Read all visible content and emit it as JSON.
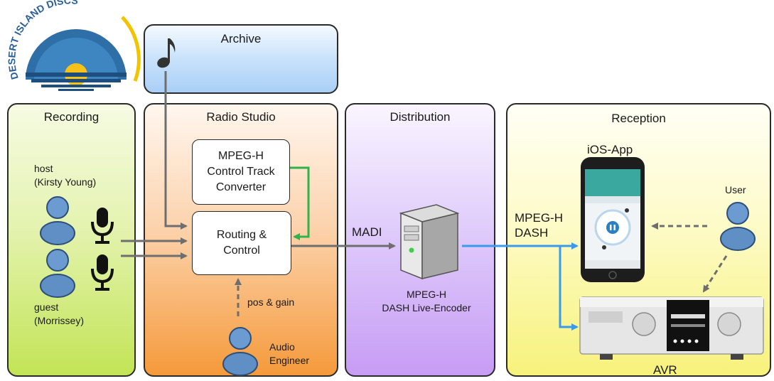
{
  "logo": {
    "text": "DESERT ISLAND DISCS"
  },
  "panels": {
    "archive": "Archive",
    "recording": "Recording",
    "radio_studio": "Radio Studio",
    "distribution": "Distribution",
    "reception": "Reception"
  },
  "boxes": {
    "control_track": [
      "MPEG-H",
      "Control Track",
      "Converter"
    ],
    "routing": [
      "Routing &",
      "Control"
    ]
  },
  "people": {
    "host": [
      "host",
      "(Kirsty Young)"
    ],
    "guest": [
      "guest",
      "(Morrissey)"
    ],
    "engineer": [
      "Audio",
      "Engineer"
    ],
    "user": "User"
  },
  "labels": {
    "pos_gain": "pos & gain",
    "madi": "MADI",
    "encoder": [
      "MPEG-H",
      "DASH Live-Encoder"
    ],
    "mpegh_dash": [
      "MPEG-H",
      "DASH"
    ],
    "ios_app": "iOS-App",
    "avr": "AVR"
  },
  "icons": [
    "music-note-icon",
    "person-icon",
    "microphone-icon",
    "server-tower-icon",
    "smartphone-icon",
    "avr-receiver-icon"
  ],
  "colors": {
    "arrow_gray": "#6e6e6e",
    "arrow_green": "#2fb34a",
    "arrow_blue": "#3b9bea",
    "person_blue": "#5f8fc4"
  }
}
